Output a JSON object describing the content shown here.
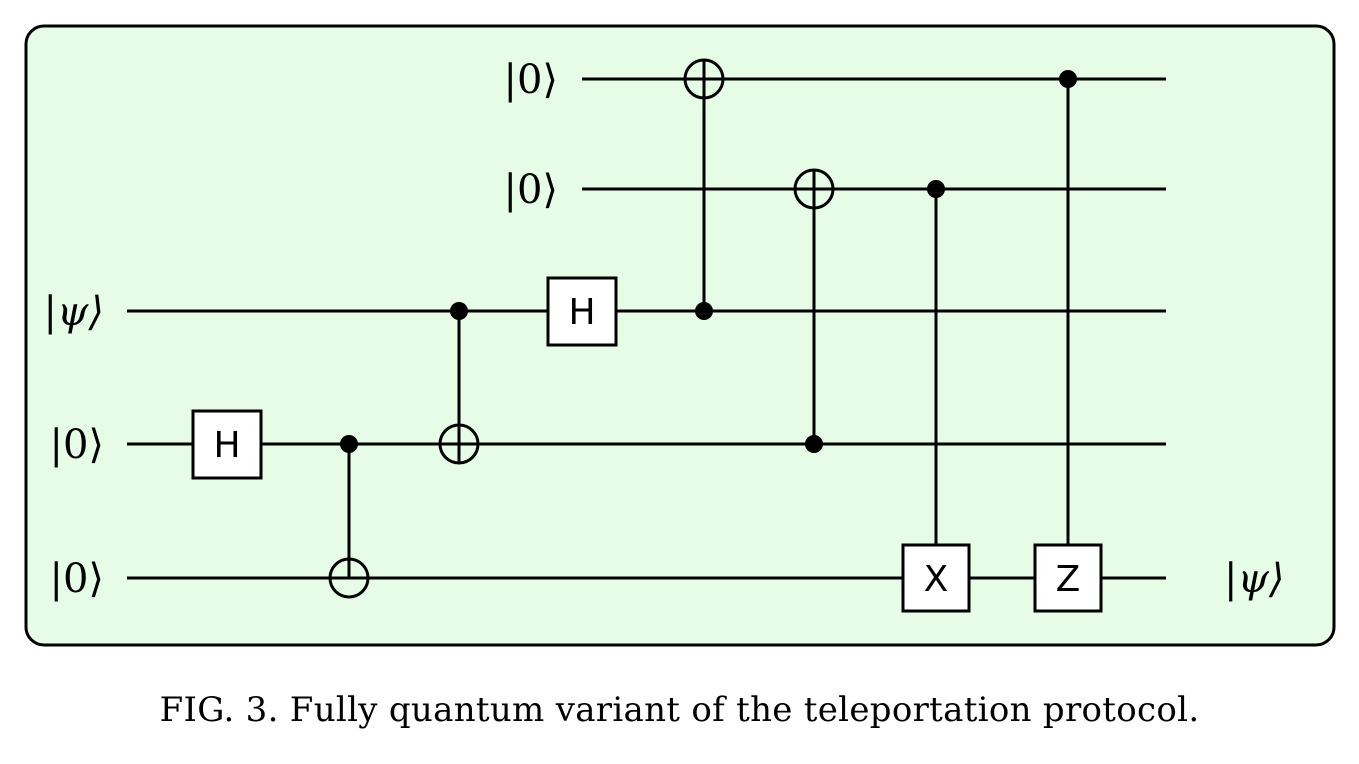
{
  "colors": {
    "panel_fill": "#e6fce6",
    "ink": "#000000"
  },
  "wires": [
    {
      "id": "q0",
      "input_label": "|0⟩",
      "output_label": ""
    },
    {
      "id": "q1",
      "input_label": "|0⟩",
      "output_label": ""
    },
    {
      "id": "q2",
      "input_label": "|ψ⟩",
      "output_label": ""
    },
    {
      "id": "q3",
      "input_label": "|0⟩",
      "output_label": ""
    },
    {
      "id": "q4",
      "input_label": "|0⟩",
      "output_label": "|ψ⟩"
    }
  ],
  "operations": [
    {
      "type": "gate",
      "label": "H",
      "wire": "q3"
    },
    {
      "type": "cnot",
      "control": "q3",
      "target": "q4"
    },
    {
      "type": "cnot",
      "control": "q2",
      "target": "q3"
    },
    {
      "type": "gate",
      "label": "H",
      "wire": "q2"
    },
    {
      "type": "cnot",
      "control": "q2",
      "target": "q0"
    },
    {
      "type": "cnot",
      "control": "q3",
      "target": "q1"
    },
    {
      "type": "controlled_gate",
      "label": "X",
      "control": "q1",
      "target": "q4"
    },
    {
      "type": "controlled_gate",
      "label": "Z",
      "control": "q0",
      "target": "q4"
    }
  ],
  "caption": "FIG. 3. Fully quantum variant of the teleportation protocol."
}
